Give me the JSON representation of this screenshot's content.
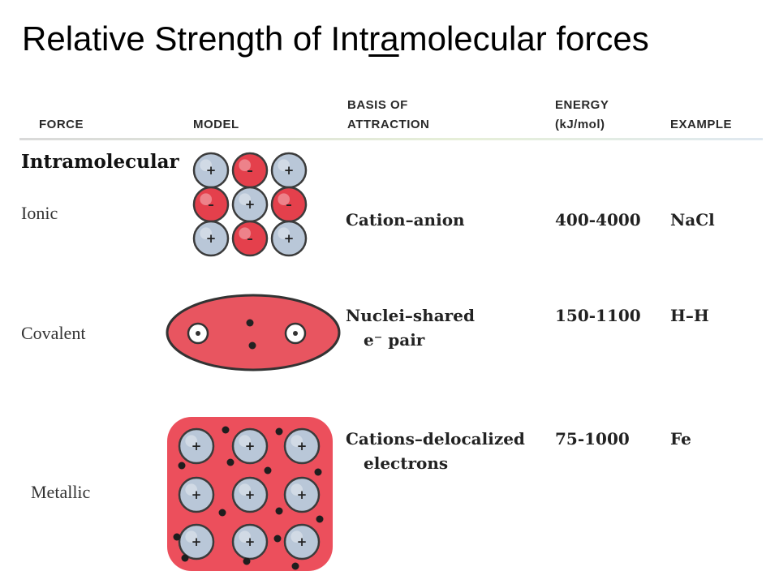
{
  "title": {
    "before": "Relative Strength of Int",
    "underlined": "ra",
    "after": "molecular forces"
  },
  "headers": {
    "force": "FORCE",
    "model": "MODEL",
    "basis": "BASIS OF\nATTRACTION",
    "energy": "ENERGY\n(kJ/mol)",
    "example": "EXAMPLE"
  },
  "section_label": "Intramolecular",
  "rows": [
    {
      "force": "Ionic",
      "basis_line1": "Cation–anion",
      "basis_line2": "",
      "energy": "400-4000",
      "example": "NaCl",
      "model_icon": "ionic-lattice-model"
    },
    {
      "force": "Covalent",
      "basis_line1": "Nuclei–shared",
      "basis_line2": "e⁻ pair",
      "energy": "150-1100",
      "example": "H–H",
      "model_icon": "covalent-bond-model"
    },
    {
      "force": "Metallic",
      "basis_line1": "Cations–delocalized",
      "basis_line2": "electrons",
      "energy": "75-1000",
      "example": "Fe",
      "model_icon": "metallic-lattice-model"
    }
  ],
  "ion_symbols": {
    "plus": "+",
    "minus": "–"
  },
  "colors": {
    "cation_fill": "#b9c7d8",
    "anion_fill": "#e4404c",
    "covalent_fill": "#e85560",
    "metallic_fill": "#ec4f5c"
  }
}
